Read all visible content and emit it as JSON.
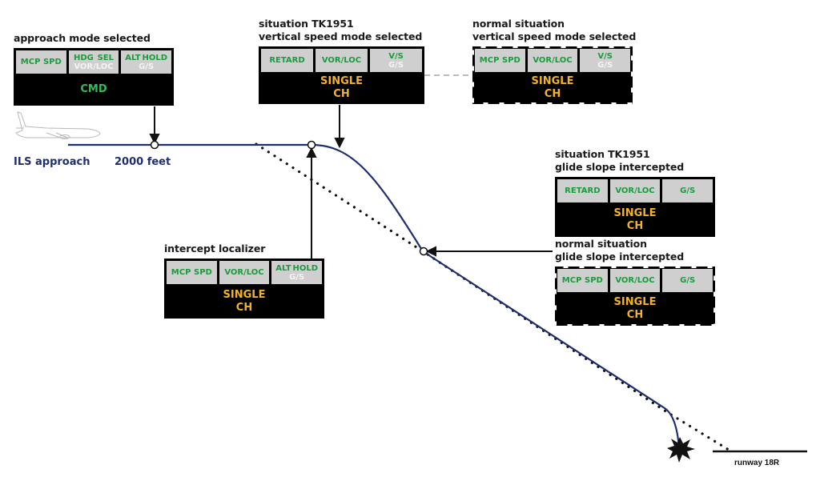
{
  "colors": {
    "flight_path": "#1f2f6e",
    "fma_active_text": "#1a9b3c",
    "fma_armed_text": "#f4f4f4",
    "fma_cell_bg": "#cfcfcf",
    "autopilot_status_amber": "#f2b324",
    "autopilot_status_green": "#2fbf55"
  },
  "labels": {
    "ils_approach": "ILS approach",
    "altitude": "2000 feet",
    "runway": "runway 18R"
  },
  "panels": {
    "approach": {
      "caption": [
        "approach mode selected"
      ],
      "cells": [
        {
          "active": [
            "MCP",
            "SPD"
          ],
          "armed": ""
        },
        {
          "active": [
            "HDG",
            "SEL"
          ],
          "armed": "VOR/LOC"
        },
        {
          "active": [
            "ALT",
            "HOLD"
          ],
          "armed": "G/S"
        }
      ],
      "status": [
        "CMD"
      ],
      "status_color": "green",
      "style": "solid"
    },
    "tk_vs": {
      "caption": [
        "situation TK1951",
        "vertical speed mode selected"
      ],
      "cells": [
        {
          "active": [
            "RETARD"
          ],
          "armed": ""
        },
        {
          "active": [
            "VOR/LOC"
          ],
          "armed": ""
        },
        {
          "active": [
            "V/S"
          ],
          "armed": "G/S"
        }
      ],
      "status": [
        "SINGLE",
        "CH"
      ],
      "status_color": "amber",
      "style": "solid"
    },
    "normal_vs": {
      "caption": [
        "normal situation",
        "vertical speed mode selected"
      ],
      "cells": [
        {
          "active": [
            "MCP",
            "SPD"
          ],
          "armed": ""
        },
        {
          "active": [
            "VOR/LOC"
          ],
          "armed": ""
        },
        {
          "active": [
            "V/S"
          ],
          "armed": "G/S"
        }
      ],
      "status": [
        "SINGLE",
        "CH"
      ],
      "status_color": "amber",
      "style": "dashed"
    },
    "intercept_loc": {
      "caption": [
        "intercept localizer"
      ],
      "cells": [
        {
          "active": [
            "MCP",
            "SPD"
          ],
          "armed": ""
        },
        {
          "active": [
            "VOR/LOC"
          ],
          "armed": ""
        },
        {
          "active": [
            "ALT",
            "HOLD"
          ],
          "armed": "G/S"
        }
      ],
      "status": [
        "SINGLE",
        "CH"
      ],
      "status_color": "amber",
      "style": "solid"
    },
    "tk_gs": {
      "caption": [
        "situation TK1951",
        "glide slope intercepted"
      ],
      "cells": [
        {
          "active": [
            "RETARD"
          ],
          "armed": ""
        },
        {
          "active": [
            "VOR/LOC"
          ],
          "armed": ""
        },
        {
          "active": [
            "G/S"
          ],
          "armed": ""
        }
      ],
      "status": [
        "SINGLE",
        "CH"
      ],
      "status_color": "amber",
      "style": "solid"
    },
    "normal_gs": {
      "caption": [
        "normal situation",
        "glide slope intercepted"
      ],
      "cells": [
        {
          "active": [
            "MCP",
            "SPD"
          ],
          "armed": ""
        },
        {
          "active": [
            "VOR/LOC"
          ],
          "armed": ""
        },
        {
          "active": [
            "G/S"
          ],
          "armed": ""
        }
      ],
      "status": [
        "SINGLE",
        "CH"
      ],
      "status_color": "amber",
      "style": "dashed"
    }
  }
}
